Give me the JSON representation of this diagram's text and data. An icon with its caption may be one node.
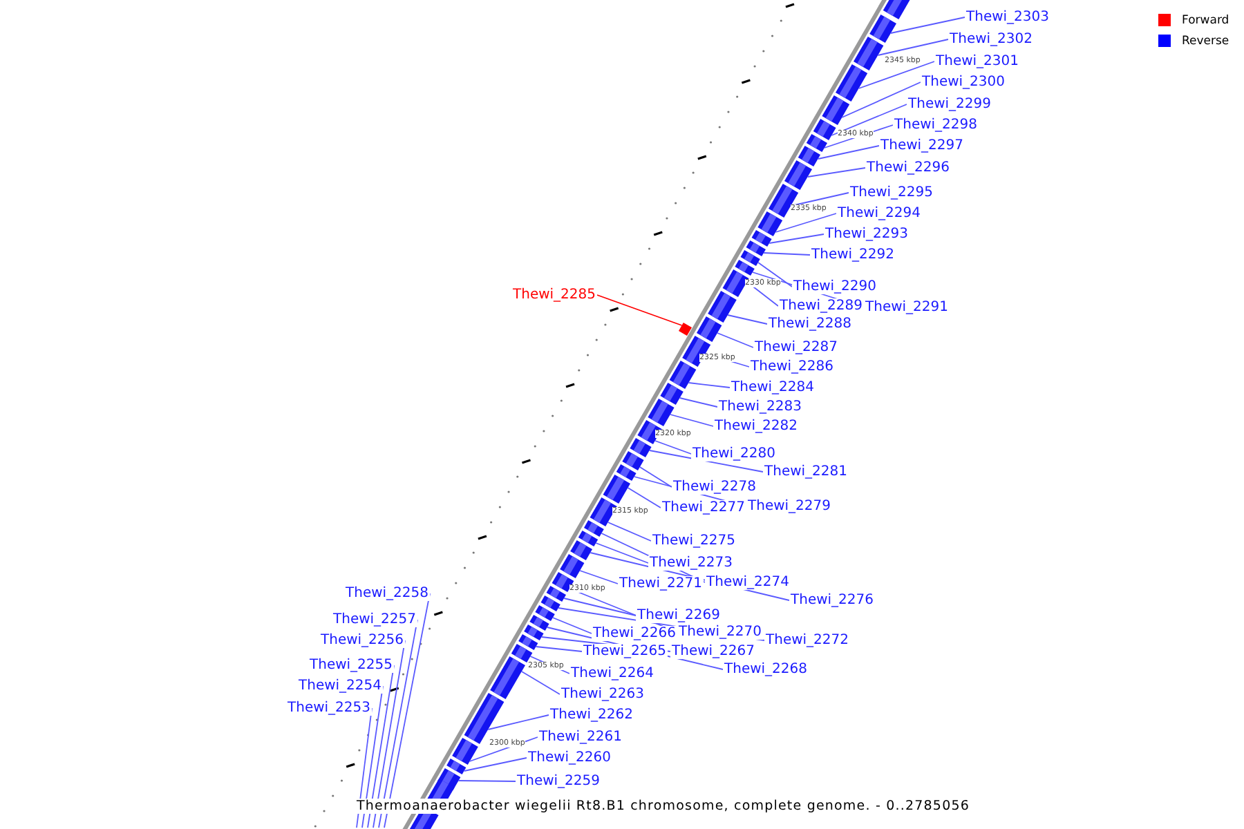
{
  "diagram": {
    "caption": "Thermoanaerobacter wiegelii Rt8.B1 chromosome, complete genome. - 0..2785056",
    "nodes": [
      {
        "text": [
          "Thewi_2303"
        ]
      },
      {
        "text": [
          "Thewi_2302"
        ]
      },
      {
        "text": [
          "Thewi_2301"
        ]
      },
      {
        "text": [
          "Thewi_2300"
        ]
      },
      {
        "text": [
          "Thewi_2299"
        ]
      },
      {
        "text": [
          "Thewi_2298"
        ]
      },
      {
        "text": [
          "Thewi_2297"
        ]
      },
      {
        "text": [
          "Thewi_2296"
        ]
      },
      {
        "text": [
          "Thewi_2295"
        ]
      },
      {
        "text": [
          "Thewi_2294"
        ]
      },
      {
        "text": [
          "Thewi_2293"
        ]
      },
      {
        "text": [
          "Thewi_2292"
        ]
      },
      {
        "text": [
          "Thewi_2290"
        ]
      },
      {
        "text": [
          "Thewi_2285"
        ]
      },
      {
        "text": [
          "Thewi_2289"
        ]
      },
      {
        "text": [
          "Thewi_2291"
        ]
      },
      {
        "text": [
          "Thewi_2288"
        ]
      },
      {
        "text": [
          "Thewi_2287"
        ]
      },
      {
        "text": [
          "Thewi_2286"
        ]
      },
      {
        "text": [
          "Thewi_2284"
        ]
      },
      {
        "text": [
          "Thewi_2283"
        ]
      },
      {
        "text": [
          "Thewi_2282"
        ]
      },
      {
        "text": [
          "Thewi_2280"
        ]
      },
      {
        "text": [
          "Thewi_2281"
        ]
      },
      {
        "text": [
          "Thewi_2278"
        ]
      },
      {
        "text": [
          "Thewi_2277"
        ]
      },
      {
        "text": [
          "Thewi_2279"
        ]
      },
      {
        "text": [
          "Thewi_2275"
        ]
      },
      {
        "text": [
          "Thewi_2273"
        ]
      },
      {
        "text": [
          "Thewi_2271"
        ]
      },
      {
        "text": [
          "Thewi_2274"
        ]
      },
      {
        "text": [
          "Thewi_2276"
        ]
      },
      {
        "text": [
          "Thewi_2269"
        ]
      },
      {
        "text": [
          "Thewi_2266"
        ]
      },
      {
        "text": [
          "Thewi_2270"
        ]
      },
      {
        "text": [
          "Thewi_2272"
        ]
      },
      {
        "text": [
          "Thewi_2265"
        ]
      },
      {
        "text": [
          "Thewi_2267"
        ]
      },
      {
        "text": [
          "Thewi_2268"
        ]
      },
      {
        "text": [
          "Thewi_2264"
        ]
      },
      {
        "text": [
          "Thewi_2263"
        ]
      },
      {
        "text": [
          "Thewi_2262"
        ]
      },
      {
        "text": [
          "Thewi_2261"
        ]
      },
      {
        "text": [
          "Thewi_2260"
        ]
      },
      {
        "text": [
          "Thewi_2259"
        ]
      },
      {
        "text": [
          "Thewi_2258"
        ]
      },
      {
        "text": [
          "Thewi_2257"
        ]
      },
      {
        "text": [
          "Thewi_2256"
        ]
      },
      {
        "text": [
          "Thewi_2255"
        ]
      },
      {
        "text": [
          "Thewi_2254"
        ]
      },
      {
        "text": [
          "Thewi_2253"
        ]
      },
      {
        "text": [],
        "shape": "bar"
      },
      {
        "text": [],
        "shape": "bar"
      },
      {
        "text": [],
        "shape": "bar"
      },
      {
        "text": [],
        "shape": "bar"
      },
      {
        "text": [],
        "shape": "bar"
      },
      {
        "text": [],
        "shape": "bar"
      },
      {
        "text": [],
        "shape": "bar"
      },
      {
        "text": [],
        "shape": "bar"
      },
      {
        "text": [],
        "shape": "bar"
      },
      {
        "text": [],
        "shape": "bar"
      },
      {
        "text": [],
        "shape": "bar"
      },
      {
        "text": [],
        "shape": "bar"
      },
      {
        "text": [],
        "shape": "bar"
      },
      {
        "text": [],
        "shape": "bar"
      },
      {
        "text": [],
        "shape": "bar"
      },
      {
        "text": [],
        "shape": "bar"
      },
      {
        "text": [],
        "shape": "bar"
      },
      {
        "text": [],
        "shape": "bar"
      },
      {
        "text": [],
        "shape": "bar"
      },
      {
        "text": [],
        "shape": "bar"
      },
      {
        "text": [],
        "shape": "bar"
      },
      {
        "text": [],
        "shape": "bar"
      },
      {
        "text": [],
        "shape": "bar"
      },
      {
        "text": [],
        "shape": "bar"
      },
      {
        "text": [],
        "shape": "bar"
      },
      {
        "text": [],
        "shape": "bar"
      },
      {
        "text": [],
        "shape": "bar"
      },
      {
        "text": [],
        "shape": "bar"
      },
      {
        "text": [],
        "shape": "bar"
      },
      {
        "text": [],
        "shape": "bar"
      },
      {
        "text": [],
        "shape": "bar"
      },
      {
        "text": [],
        "shape": "bar"
      },
      {
        "text": [],
        "shape": "bar"
      },
      {
        "text": [],
        "shape": "bar"
      },
      {
        "text": [],
        "shape": "bar"
      },
      {
        "text": [],
        "shape": "bar"
      },
      {
        "text": [],
        "shape": "bar"
      },
      {
        "text": [],
        "shape": "bar"
      },
      {
        "text": [],
        "shape": "bar"
      },
      {
        "text": [],
        "shape": "bar"
      },
      {
        "text": [],
        "shape": "bar"
      },
      {
        "text": [],
        "shape": "bar"
      },
      {
        "text": [],
        "shape": "bar"
      },
      {
        "text": [],
        "shape": "bar"
      },
      {
        "text": [],
        "shape": "bar"
      },
      {
        "text": [],
        "shape": "bar"
      },
      {
        "text": [],
        "shape": "bar"
      },
      {
        "text": [],
        "shape": "bar"
      }
    ],
    "edges": [
      {
        "from": 0,
        "to": 51,
        "arrow": "none"
      },
      {
        "from": 1,
        "to": 52,
        "arrow": "none"
      },
      {
        "from": 2,
        "to": 53,
        "arrow": "none"
      },
      {
        "from": 3,
        "to": 54,
        "arrow": "none"
      },
      {
        "from": 4,
        "to": 55,
        "arrow": "none"
      },
      {
        "from": 5,
        "to": 56,
        "arrow": "none"
      },
      {
        "from": 6,
        "to": 57,
        "arrow": "none"
      },
      {
        "from": 7,
        "to": 58,
        "arrow": "none"
      },
      {
        "from": 8,
        "to": 59,
        "arrow": "none"
      },
      {
        "from": 9,
        "to": 60,
        "arrow": "none"
      },
      {
        "from": 10,
        "to": 61,
        "arrow": "none"
      },
      {
        "from": 11,
        "to": 62,
        "arrow": "none"
      },
      {
        "from": 12,
        "to": 63,
        "arrow": "none"
      },
      {
        "from": 13,
        "to": 68,
        "arrow": "none",
        "color": "#ff0000"
      },
      {
        "from": 14,
        "to": 65,
        "arrow": "none"
      },
      {
        "from": 15,
        "to": 64,
        "arrow": "none"
      },
      {
        "from": 16,
        "to": 66,
        "arrow": "none"
      },
      {
        "from": 17,
        "to": 67,
        "arrow": "none"
      },
      {
        "from": 18,
        "to": 69,
        "arrow": "none"
      },
      {
        "from": 19,
        "to": 70,
        "arrow": "none"
      },
      {
        "from": 20,
        "to": 71,
        "arrow": "none"
      },
      {
        "from": 21,
        "to": 72,
        "arrow": "none"
      },
      {
        "from": 22,
        "to": 73,
        "arrow": "none"
      },
      {
        "from": 23,
        "to": 74,
        "arrow": "none"
      },
      {
        "from": 24,
        "to": 75,
        "arrow": "none"
      },
      {
        "from": 25,
        "to": 77,
        "arrow": "none"
      },
      {
        "from": 26,
        "to": 76,
        "arrow": "none"
      },
      {
        "from": 27,
        "to": 78,
        "arrow": "none"
      },
      {
        "from": 28,
        "to": 80,
        "arrow": "none"
      },
      {
        "from": 29,
        "to": 82,
        "arrow": "none"
      },
      {
        "from": 30,
        "to": 79,
        "arrow": "none"
      },
      {
        "from": 31,
        "to": 81,
        "arrow": "none"
      },
      {
        "from": 32,
        "to": 84,
        "arrow": "none"
      },
      {
        "from": 33,
        "to": 86,
        "arrow": "none"
      },
      {
        "from": 34,
        "to": 83,
        "arrow": "none"
      },
      {
        "from": 35,
        "to": 85,
        "arrow": "none"
      },
      {
        "from": 36,
        "to": 89,
        "arrow": "none"
      },
      {
        "from": 37,
        "to": 88,
        "arrow": "none"
      },
      {
        "from": 38,
        "to": 87,
        "arrow": "none"
      },
      {
        "from": 39,
        "to": 90,
        "arrow": "none"
      },
      {
        "from": 40,
        "to": 91,
        "arrow": "none"
      },
      {
        "from": 41,
        "to": 92,
        "arrow": "none"
      },
      {
        "from": 42,
        "to": 93,
        "arrow": "none"
      },
      {
        "from": 43,
        "to": 94,
        "arrow": "none"
      },
      {
        "from": 44,
        "to": 95,
        "arrow": "none"
      },
      {
        "from": 45,
        "to": null,
        "arrow": "none"
      },
      {
        "from": 46,
        "to": null,
        "arrow": "none"
      },
      {
        "from": 47,
        "to": null,
        "arrow": "none"
      },
      {
        "from": 48,
        "to": null,
        "arrow": "none"
      },
      {
        "from": 49,
        "to": null,
        "arrow": "none"
      },
      {
        "from": 50,
        "to": null,
        "arrow": "none"
      }
    ],
    "labels": [
      "2345 kbp",
      "2340 kbp",
      "2335 kbp",
      "2330 kbp",
      "2325 kbp",
      "2320 kbp",
      "2315 kbp",
      "2310 kbp",
      "2305 kbp",
      "2300 kbp"
    ],
    "legend": [
      {
        "text": "Forward",
        "color": "#ff0000"
      },
      {
        "text": "Reverse",
        "color": "#0000ff"
      }
    ]
  }
}
